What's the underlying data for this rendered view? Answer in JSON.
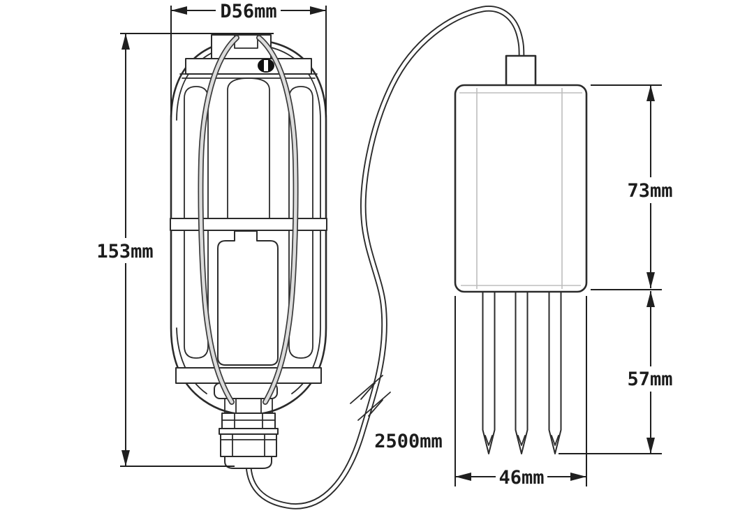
{
  "diagram": {
    "dimensions": {
      "diameter_label": "D56mm",
      "height_label": "153mm",
      "probe_body_label": "73mm",
      "probe_pins_label": "57mm",
      "probe_width_label": "46mm",
      "cable_label": "2500mm"
    },
    "colors": {
      "background": "#ffffff",
      "line": "#2b2b2b",
      "dimension_line": "#1f1f1f",
      "wire_shade": "#dcdcdc"
    }
  }
}
